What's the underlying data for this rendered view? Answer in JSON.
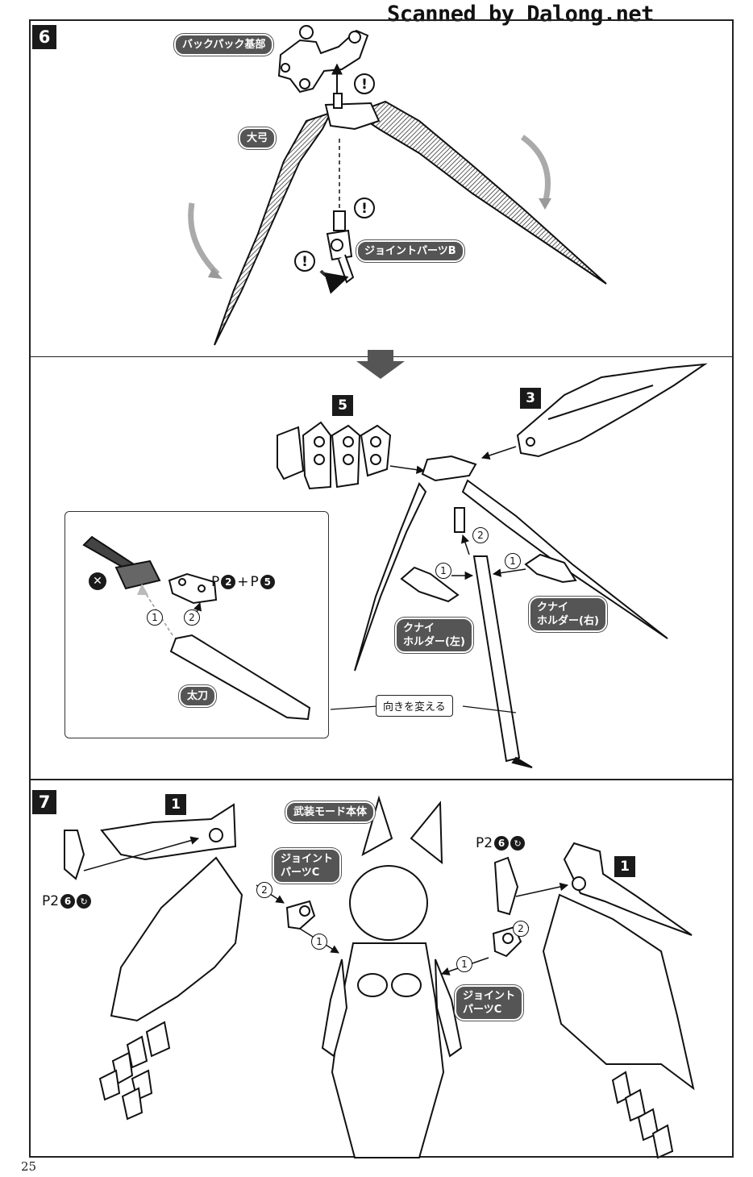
{
  "watermark": "Scanned by Dalong.net",
  "page_number": "25",
  "step6": {
    "badge": "6",
    "labels": {
      "backpack_base": "バックパック基部",
      "bow": "大弓",
      "joint_b": "ジョイントパーツB"
    },
    "alert_symbol": "!"
  },
  "middle": {
    "ref_5": "5",
    "ref_3": "3",
    "inset": {
      "part_ref_prefix_1": "P",
      "part_ref_num_1": "2",
      "part_ref_plus": "+",
      "part_ref_prefix_2": "P",
      "part_ref_num_2": "5",
      "tachi": "太刀",
      "ng_mark": "✕",
      "step1": "1",
      "step2": "2"
    },
    "change_direction": "向きを変える",
    "kunai_left": "クナイ\nホルダー(左)",
    "kunai_right": "クナイ\nホルダー(右)",
    "step1": "1",
    "step2": "2"
  },
  "step7": {
    "badge": "7",
    "ref_1_left": "1",
    "ref_1_right": "1",
    "body_label": "武装モード本体",
    "joint_c_left": "ジョイント\nパーツC",
    "joint_c_right": "ジョイント\nパーツC",
    "p2_prefix": "P2",
    "p2_num": "6",
    "step1": "1",
    "step2": "2"
  }
}
